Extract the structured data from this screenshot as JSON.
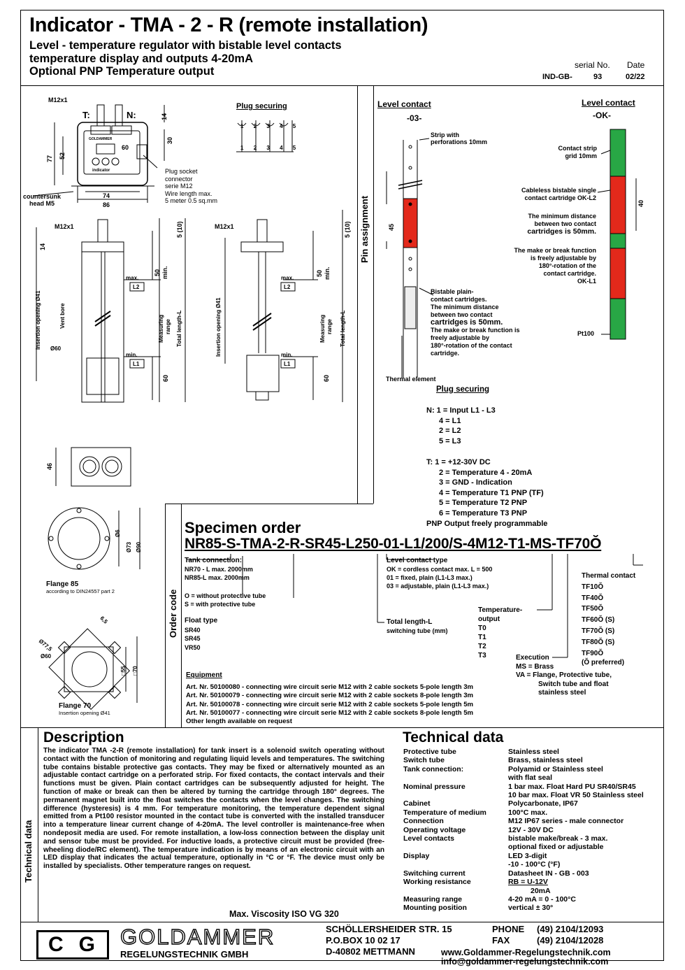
{
  "header": {
    "title": "Indicator - TMA - 2 - R  (remote installation)",
    "subtitle_lines": [
      "Level -  temperature regulator with bistable level contacts",
      "temperature display and outputs 4-20mA",
      "Optional PNP Temperature output"
    ],
    "serial_label": "serial No.",
    "date_label": "Date",
    "serial_prefix": "IND-GB-",
    "serial_value": "93",
    "date_value": "02/22"
  },
  "drawing": {
    "m12x1": "M12x1",
    "t_label": "T:",
    "n_label": "N:",
    "dim_14": "14",
    "dim_77": "77",
    "dim_52": "52",
    "dim_30": "30",
    "dim_74": "74",
    "dim_86": "86",
    "display_value": "60",
    "brand_small": "GOLDAMMER",
    "indicator_small": "indicator",
    "countersunk": [
      "countersunk",
      "head M5"
    ],
    "plug_socket": [
      "Plug socket",
      "connector",
      "serie M12",
      "Wire length max.",
      "5 meter 0.5 sq.mm"
    ],
    "plug_securing_title": "Plug securing",
    "plug_numbers_top": [
      "1",
      "2",
      "3",
      "4",
      "5"
    ],
    "dim_5_10": "5 (10)",
    "dim_50_min": [
      "50",
      "min."
    ],
    "dim_60": "60",
    "max_label": "max.",
    "min_label": "min.",
    "l2": "L2",
    "l1": "L1",
    "insertion_opening": "Insertion opening Ø41",
    "vent_bore": "Vent bore",
    "measuring_range": [
      "Measuring",
      "range"
    ],
    "total_length": "Total length-L",
    "dia_60": "Ø60",
    "dim_46": "46",
    "flange85": [
      "Flange 85",
      "according to DIN24557 part 2"
    ],
    "dia_6": "Ø6",
    "dia_73": "Ø73",
    "dia_90": "Ø90",
    "flange70": [
      "Flange 70",
      "Insertion opening Ø41"
    ],
    "dim_6_5": "6,5",
    "dia_77_5": "Ø77,5",
    "dia_60b": "Ø60",
    "dim_55": "□55",
    "dim_70": "□70"
  },
  "pins": {
    "side_label": "Pin assignment",
    "level_contact_03_title": "Level contact",
    "level_contact_03_code": "-03-",
    "strip_perf": [
      "Strip with",
      "perforations 10mm"
    ],
    "dim_45": "45",
    "bistable_note": [
      "Bistable plain-",
      "contact cartridges.",
      "The minimum distance",
      "between two contact",
      "cartridges is 50mm.",
      "The make or break function is",
      "freely adjustable by",
      "180°-rotation of the contact",
      "cartridge."
    ],
    "thermal_element": "Thermal element",
    "level_contact_ok_title": "Level contact",
    "level_contact_ok_code": "-OK-",
    "contact_strip": [
      "Contact strip",
      "grid 10mm"
    ],
    "cableless": [
      "Cableless bistable single",
      "contact cartridge OK-L2"
    ],
    "min_distance": [
      "The minimum distance",
      "between two contact",
      "cartridges is 50mm."
    ],
    "make_break": [
      "The make or break function",
      "is freely adjustable by",
      "180°-rotation of the",
      "contact cartridge.",
      "OK-L1"
    ],
    "dim_40": "40",
    "pt100": "Pt100",
    "plug_securing_title": "Plug securing",
    "n_lines": [
      "N: 1 = Input L1 - L3",
      "4 = L1",
      "2 = L2",
      "5 = L3"
    ],
    "t_lines": [
      "T:  1 = +12-30V DC",
      "2 = Temperature  4 - 20mA",
      "3 = GND - Indication",
      "4 = Temperature T1 PNP (TF)",
      "5 = Temperature T2 PNP",
      "6 = Temperature T3 PNP"
    ],
    "pnp_note": "PNP Output freely programmable"
  },
  "order": {
    "side_label": "Order code",
    "title": "Specimen order",
    "code": "NR85-S-TMA-2-R-SR45-L250-01-L1/200/S-4M12-T1-MS-TF70Ŏ",
    "tank_connection": [
      "Tank connection:",
      "NR70 - L max. 2000mm",
      "NR85-L max. 2000mm"
    ],
    "protective": [
      "O = without protective tube",
      "S = with protective tube"
    ],
    "float_type": [
      "Float type",
      "SR40",
      "SR45",
      "VR50"
    ],
    "level_contact_type": [
      "Level contact type",
      "OK = cordless contact max. L = 500",
      "01 = fixed, plain (L1-L3 max.)",
      "03 = adjustable, plain (L1-L3 max.)"
    ],
    "total_length": [
      "Total length-L",
      "switching tube (mm)"
    ],
    "temp_output": [
      "Temperature-",
      "output",
      "T0",
      "T1",
      "T2",
      "T3"
    ],
    "execution": [
      "Execution",
      "MS = Brass",
      "VA = Flange, Protective tube,",
      "Switch tube and float",
      "stainless steel"
    ],
    "thermal_contact": [
      "Thermal contact",
      "TF10Ŏ",
      "TF40Ŏ",
      "TF50Ŏ",
      "TF60Ŏ (S)",
      "TF70Ŏ (S)",
      "TF80Ŏ (S)",
      "TF90Ŏ",
      "(Ŏ preferred)"
    ],
    "equipment_title": "Equipment",
    "equipment": [
      "Art. Nr. 50100080 - connecting wire circuit serie M12 with 2 cable sockets 5-pole length 3m",
      "Art. Nr. 50100079 - connecting wire circuit serie M12 with 2 cable sockets 8-pole length 3m",
      "Art. Nr. 50100078 - connecting wire circuit serie M12 with 2 cable sockets 5-pole length 5m",
      "Art. Nr. 50100077 - connecting wire circuit serie M12 with 2 cable sockets 8-pole length 5m",
      "Other length available on request"
    ]
  },
  "technical": {
    "side_label": "Technical data",
    "description_title": "Description",
    "description": "The indicator TMA -2-R (remote installation) for tank insert is a solenoid switch operating without contact with the function of monitoring and regulating liquid levels and temperatures. The switching tube contains bistable protective gas contacts. They may be fixed or alternatively mounted as an adjustable contact cartridge on a perforated strip. For fixed contacts, the contact intervals and their functions must be given. Plain contact cartridges can be subsequently adjusted for height. The function of make or break can then be altered by turning the cartridge through 180° degrees. The permanent magnet built into the float switches the contacts when the level changes. The switching difference (hysteresis) is 4 mm. For temperature monitoring, the temperature dependent signal emitted from a Pt100 resistor mounted in the contact tube is converted with the installed transducer into a temperature linear current change of 4-20mA. The level controller is maintenance-free when nondeposit media are used. For remote installation, a low-loss connection between the display unit and sensor tube must be provided. For inductive loads, a protective circuit must be provided (free-wheeling diode/RC element). The temperature indication is by means of an electronic circuit with an LED display that indicates the actual temperature, optionally in °C or °F. The device must only be installed by specialists. Other temperature ranges on request.",
    "max_viscosity": "Max. Viscosity ISO VG 320",
    "tech_title": "Technical data",
    "rows": [
      {
        "label": "Protective tube",
        "value": "Stainless steel"
      },
      {
        "label": "Switch tube",
        "value": "Brass, stainless steel"
      },
      {
        "label": "Tank connection:",
        "value": "Polyamid or Stainless steel"
      },
      {
        "label": "",
        "value": "with flat seal"
      },
      {
        "label": "Nominal pressure",
        "value": "1 bar max. Float Hard PU SR40/SR45"
      },
      {
        "label": "",
        "value": "10 bar max. Float VR 50 Stainless steel"
      },
      {
        "label": "Cabinet",
        "value": "Polycarbonate, IP67"
      },
      {
        "label": "Temperature of medium",
        "value": "100°C max."
      },
      {
        "label": "Connection",
        "value": "M12  IP67 series - male connector"
      },
      {
        "label": "Operating voltage",
        "value": "12V - 30V DC"
      },
      {
        "label": "Level contacts",
        "value": "bistable make/break - 3 max."
      },
      {
        "label": "",
        "value": "optional fixed or adjustable"
      },
      {
        "label": "Display",
        "value": "LED 3-digit"
      },
      {
        "label": "",
        "value": "-10 - 100°C (°F)"
      },
      {
        "label": "Switching current",
        "value": "Datasheet IN - GB - 003"
      },
      {
        "label": "Working resistance",
        "value": "RB = U-12V"
      },
      {
        "label": "",
        "value": "20mA"
      },
      {
        "label": "Measuring range",
        "value": "4-20 mA = 0 - 100°C"
      },
      {
        "label": "Mounting position",
        "value": "vertical ± 30°"
      }
    ]
  },
  "footer": {
    "logo_letters": "CG",
    "company": "GOLDAMMER",
    "company_sub": "REGELUNGSTECHNIK GMBH",
    "address": [
      "SCHÖLLERSHEIDER STR. 15",
      "P.O.BOX  10 02 17",
      "D-40802 METTMANN"
    ],
    "phone_label": "PHONE",
    "phone": "(49) 2104/12093",
    "fax_label": "FAX",
    "fax": "(49) 2104/12028",
    "web": "www.Goldammer-Regelungstechnik.com",
    "email": "info@goldammer-regelungstechnik.com"
  }
}
